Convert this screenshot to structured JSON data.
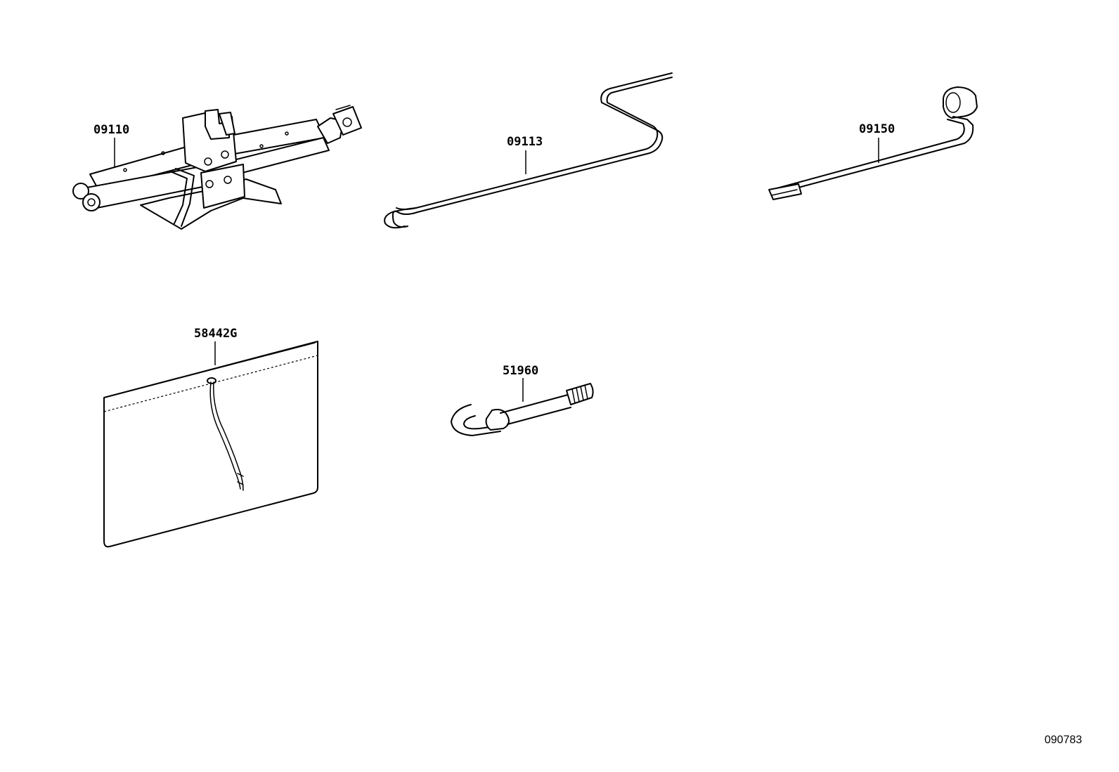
{
  "parts": [
    {
      "part_number": "09110",
      "icon": "scissor-jack"
    },
    {
      "part_number": "09113",
      "icon": "jack-handle"
    },
    {
      "part_number": "09150",
      "icon": "wheel-nut-wrench"
    },
    {
      "part_number": "58442G",
      "icon": "tool-bag"
    },
    {
      "part_number": "51960",
      "icon": "towing-eye"
    }
  ],
  "figure_id": "090783"
}
